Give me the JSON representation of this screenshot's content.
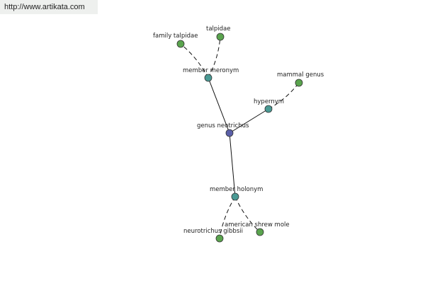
{
  "watermark": {
    "text": "http://www.artikata.com"
  },
  "colors": {
    "root": "#5a5fa8",
    "relation": "#4a9a94",
    "leaf": "#5aa44e"
  },
  "graph": {
    "nodes": [
      {
        "id": "root",
        "label": "genus neotrichus",
        "kind": "root"
      },
      {
        "id": "meronym",
        "label": "member meronym",
        "kind": "relation"
      },
      {
        "id": "hypernym",
        "label": "hypernym",
        "kind": "relation"
      },
      {
        "id": "holonym",
        "label": "member holonym",
        "kind": "relation"
      },
      {
        "id": "family",
        "label": "family talpidae",
        "kind": "leaf"
      },
      {
        "id": "talpidae",
        "label": "talpidae",
        "kind": "leaf"
      },
      {
        "id": "mammal",
        "label": "mammal genus",
        "kind": "leaf"
      },
      {
        "id": "gibbsii",
        "label": "neurotrichus gibbsii",
        "kind": "leaf"
      },
      {
        "id": "shrewmole",
        "label": "american shrew mole",
        "kind": "leaf"
      }
    ],
    "edges": [
      {
        "from": "root",
        "to": "meronym",
        "style": "solid"
      },
      {
        "from": "root",
        "to": "hypernym",
        "style": "solid"
      },
      {
        "from": "root",
        "to": "holonym",
        "style": "solid"
      },
      {
        "from": "meronym",
        "to": "family",
        "style": "dashed"
      },
      {
        "from": "meronym",
        "to": "talpidae",
        "style": "dashed"
      },
      {
        "from": "hypernym",
        "to": "mammal",
        "style": "dashed"
      },
      {
        "from": "holonym",
        "to": "gibbsii",
        "style": "dashed"
      },
      {
        "from": "holonym",
        "to": "shrewmole",
        "style": "dashed"
      }
    ]
  }
}
